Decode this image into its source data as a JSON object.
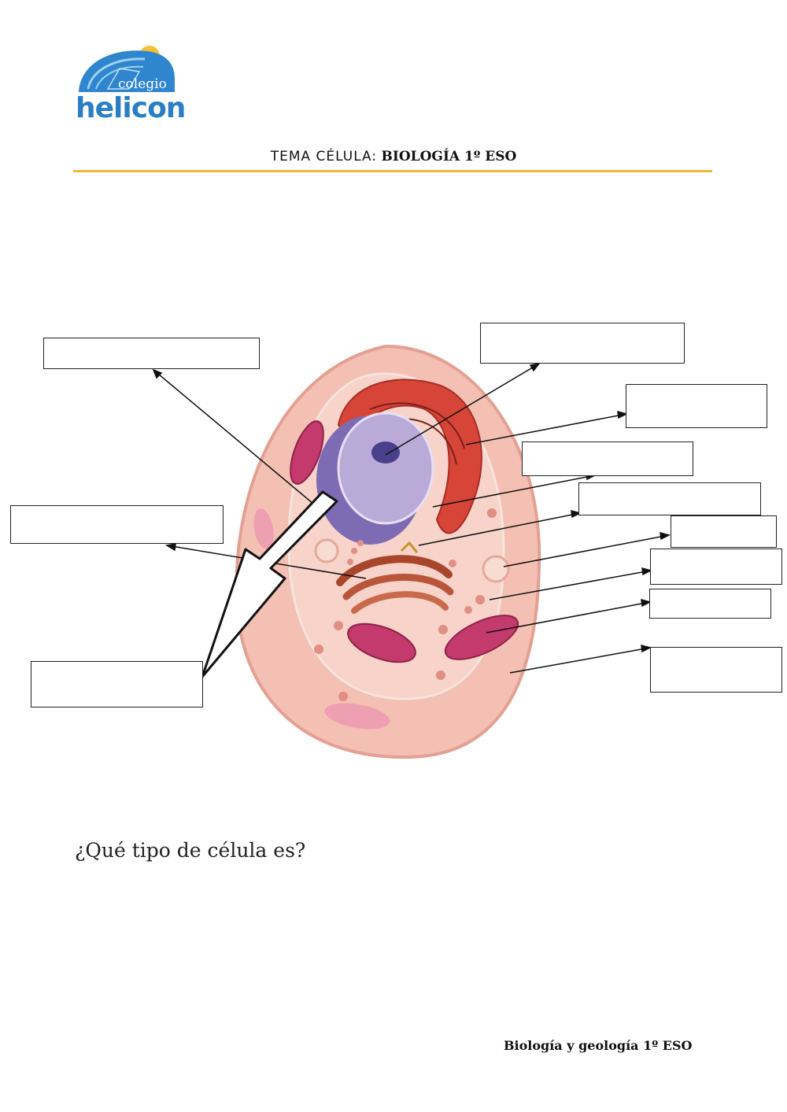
{
  "logo": {
    "small_text": "colegio",
    "big_text": "helicon"
  },
  "header": {
    "title_prefix": "TEMA CÉLULA:",
    "title_bold": "BIOLOGÍA 1º ESO",
    "rule_color": "#f0b73a"
  },
  "label_boxes": [
    "",
    "",
    "",
    "",
    "",
    "",
    "",
    "",
    "",
    "",
    "",
    ""
  ],
  "question": "¿Qué tipo de célula es?",
  "footer": "Biología y geología 1º ESO",
  "colors": {
    "cytoplasm": "#f4c3b8",
    "membrane": "#e9a79b",
    "nucleus": "#b7a8d6",
    "er": "#d9483b",
    "mitochondria": "#c43a6c"
  }
}
